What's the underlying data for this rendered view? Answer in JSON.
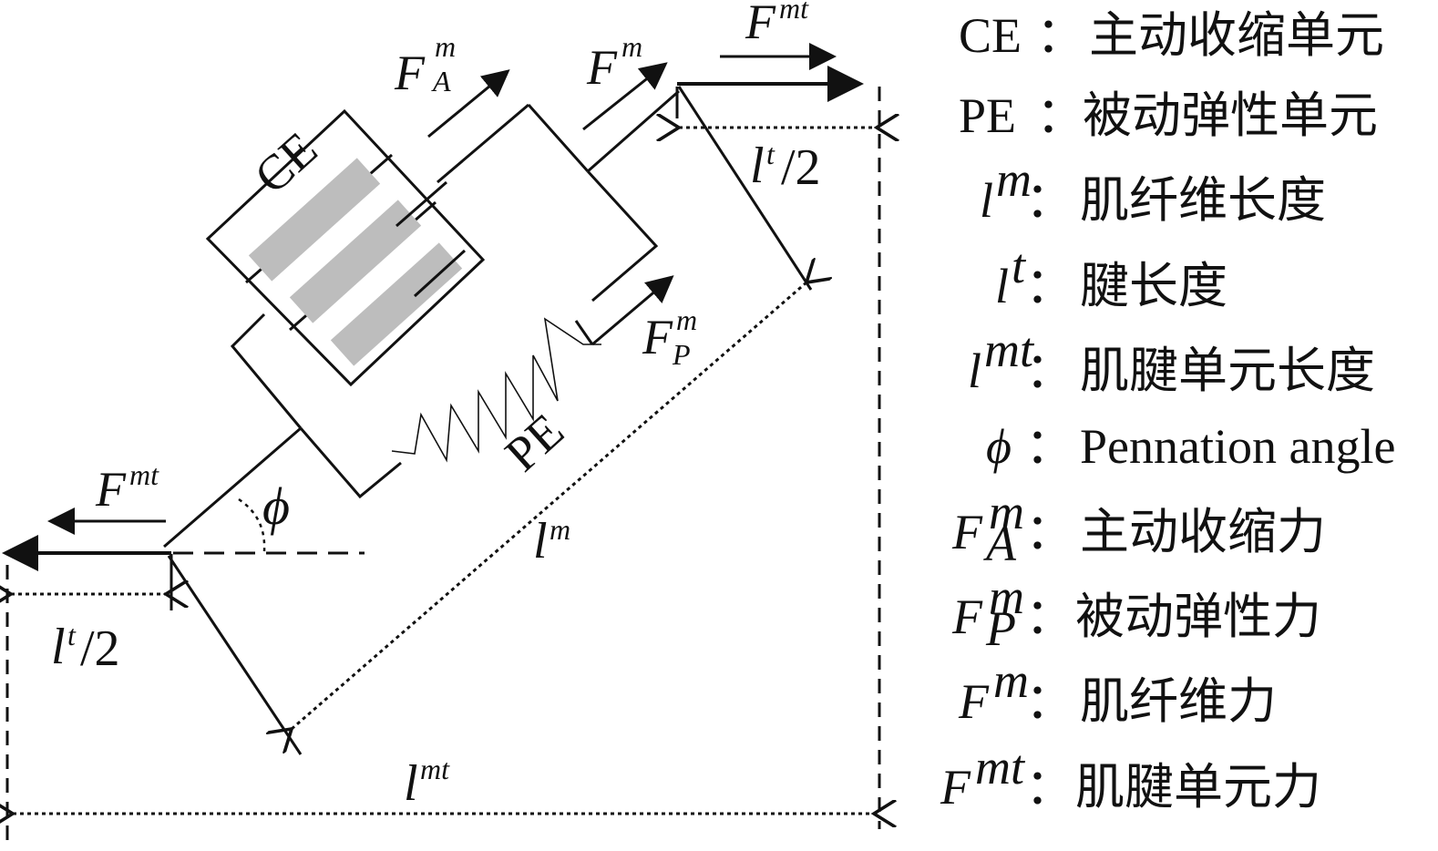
{
  "diagram": {
    "labels": {
      "ce": "CE",
      "pe": "PE",
      "phi": "ϕ",
      "f": "F",
      "l": "l",
      "sup_m": "m",
      "sup_mt": "mt",
      "sup_t": "t",
      "sub_a": "A",
      "sub_p": "P",
      "half": "/2"
    }
  },
  "legend": {
    "items": [
      {
        "symbol": "CE",
        "colon": "：",
        "text": "主动收缩单元"
      },
      {
        "symbol": "PE",
        "colon": "：",
        "text": "被动弹性单元"
      },
      {
        "symbol": "l",
        "sup": "m",
        "colon": "：",
        "text": "肌纤维长度"
      },
      {
        "symbol": "l",
        "sup": "t",
        "colon": "：",
        "text": "腱长度"
      },
      {
        "symbol": "l",
        "sup": "mt",
        "colon": "：",
        "text": "肌腱单元长度"
      },
      {
        "symbol": "ϕ",
        "colon": "：",
        "text": "Pennation angle"
      },
      {
        "symbol": "F",
        "sup": "m",
        "sub": "A",
        "colon": "：",
        "text": "主动收缩力"
      },
      {
        "symbol": "F",
        "sup": "m",
        "sub": "P",
        "colon": "：",
        "text": "被动弹性力"
      },
      {
        "symbol": "F",
        "sup": "m",
        "colon": "：",
        "text": "肌纤维力"
      },
      {
        "symbol": "F",
        "sup": "mt",
        "colon": "：",
        "text": "肌腱单元力"
      }
    ]
  }
}
